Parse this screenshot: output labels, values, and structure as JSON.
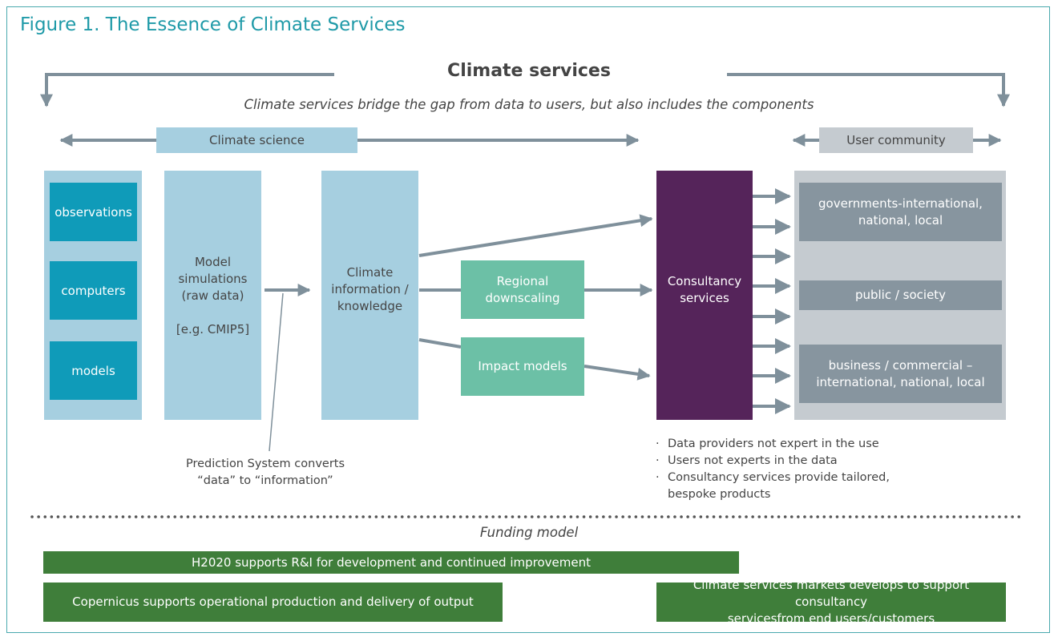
{
  "figure_title": "Figure 1. The Essence of Climate Services",
  "main_title": "Climate services",
  "subtitle": "Climate services bridge the gap from data to users, but also includes the components",
  "bands": {
    "climate_science": "Climate science",
    "user_community": "User community"
  },
  "inputs": [
    "observations",
    "computers",
    "models"
  ],
  "model_simulations": {
    "lines": [
      "Model",
      "simulations",
      "(raw data)"
    ],
    "example": "[e.g. CMIP5]"
  },
  "climate_information": [
    "Climate",
    "information /",
    "knowledge"
  ],
  "regional_downscaling": [
    "Regional",
    "downscaling"
  ],
  "impact_models": "Impact models",
  "consultancy": [
    "Consultancy",
    "services"
  ],
  "users": [
    [
      "governments-international,",
      "national, local"
    ],
    [
      "public / society"
    ],
    [
      "business / commercial –",
      "international, national, local"
    ]
  ],
  "prediction_note": [
    "Prediction System converts",
    "“data” to “information”"
  ],
  "bullets": [
    [
      "Data providers not expert in the use"
    ],
    [
      "Users not experts in the data"
    ],
    [
      "Consultancy services provide tailored,",
      "bespoke products"
    ]
  ],
  "funding": {
    "title": "Funding model",
    "h2020": "H2020 supports R&I for development and continued improvement",
    "copernicus": "Copernicus supports operational production and delivery of output",
    "markets": [
      "Climate services markets develops to support consultancy",
      "servicesfrom end users/customers"
    ]
  },
  "colors": {
    "frame": "#4aa9ae",
    "title": "#1f9aa8",
    "arrow": "#7f909b",
    "cyan": "#0f9bb9",
    "light_blue": "#a6cfe0",
    "teal": "#6cc0a6",
    "purple": "#55245a",
    "grey_panel": "#c5cbd0",
    "slate": "#87959f",
    "green": "#3f7e3a"
  }
}
